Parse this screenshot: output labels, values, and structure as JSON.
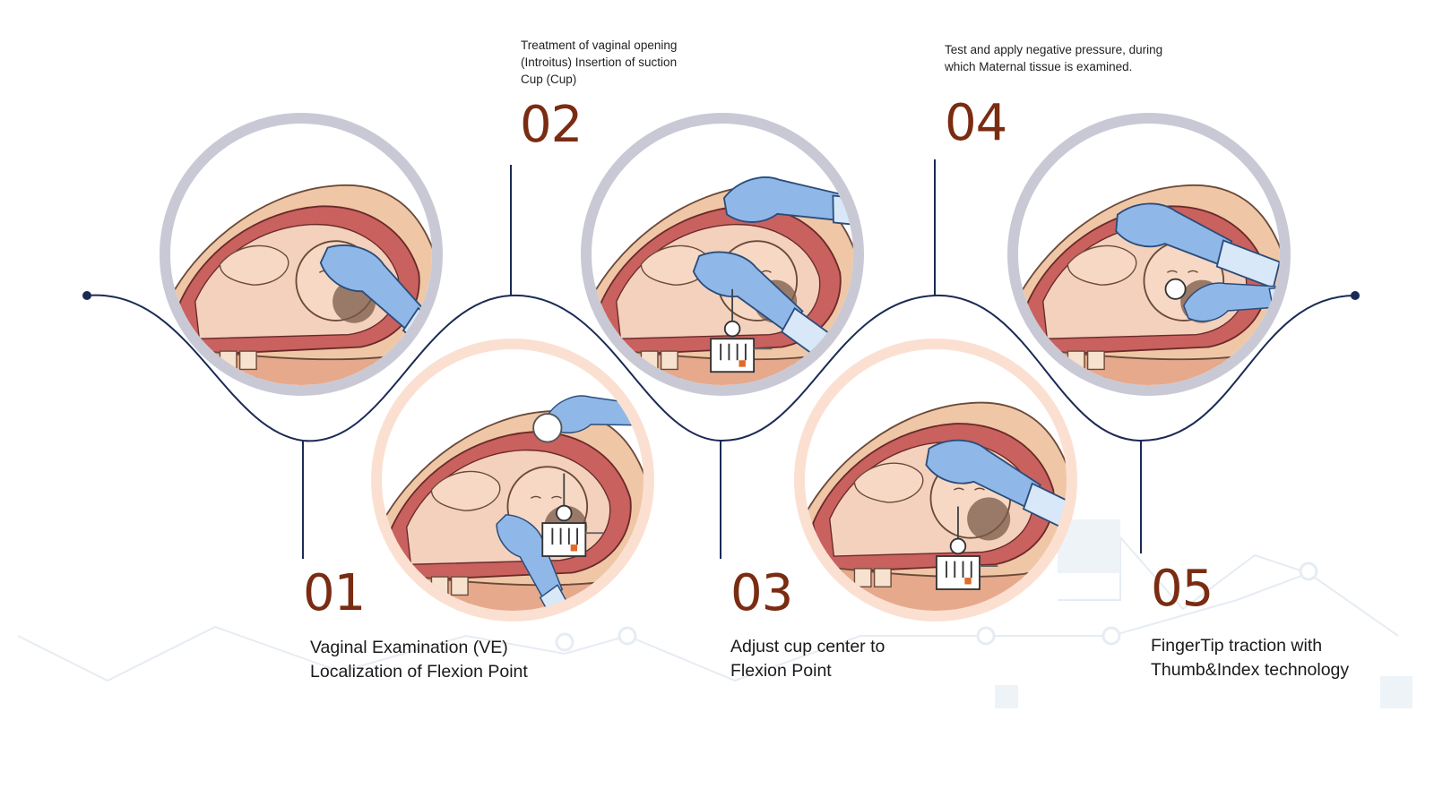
{
  "colors": {
    "wave": "#1b2a55",
    "number": "#7a2c12",
    "ring_gray": "#c9c9d6",
    "ring_peach": "#fbe0d2",
    "glove": "#8fb8e8",
    "skin": "#f0c7a6",
    "tissue": "#c9615f"
  },
  "steps": [
    {
      "number": "01",
      "caption_lines": [
        "Vaginal Examination (VE)",
        "Localization of Flexion Point"
      ]
    },
    {
      "number": "02",
      "caption_lines": [
        "Treatment of vaginal opening",
        "(Introitus) Insertion of suction",
        "Cup (Cup)"
      ]
    },
    {
      "number": "03",
      "caption_lines": [
        "Adjust cup center to",
        "Flexion Point"
      ]
    },
    {
      "number": "04",
      "caption_lines": [
        "Test and apply negative pressure, during",
        "which Maternal tissue is examined."
      ]
    },
    {
      "number": "05",
      "caption_lines": [
        "FingerTip traction with",
        "Thumb&Index technology"
      ]
    }
  ]
}
